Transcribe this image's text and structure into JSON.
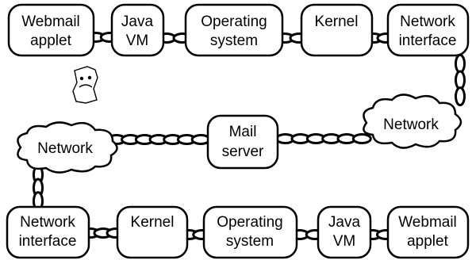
{
  "top_row": {
    "webmail_applet": [
      "Webmail",
      "applet"
    ],
    "java_vm": [
      "Java",
      "VM"
    ],
    "operating_system": [
      "Operating",
      "system"
    ],
    "kernel": [
      "Kernel"
    ],
    "network_interface": [
      "Network",
      "interface"
    ]
  },
  "right_network": "Network",
  "mail_server": [
    "Mail",
    "server"
  ],
  "left_network": "Network",
  "bottom_row": {
    "network_interface": [
      "Network",
      "interface"
    ],
    "kernel": [
      "Kernel"
    ],
    "operating_system": [
      "Operating",
      "system"
    ],
    "java_vm": [
      "Java",
      "VM"
    ],
    "webmail_applet": [
      "Webmail",
      "applet"
    ]
  },
  "icons": {
    "broken_link": "sad-paper-icon"
  }
}
